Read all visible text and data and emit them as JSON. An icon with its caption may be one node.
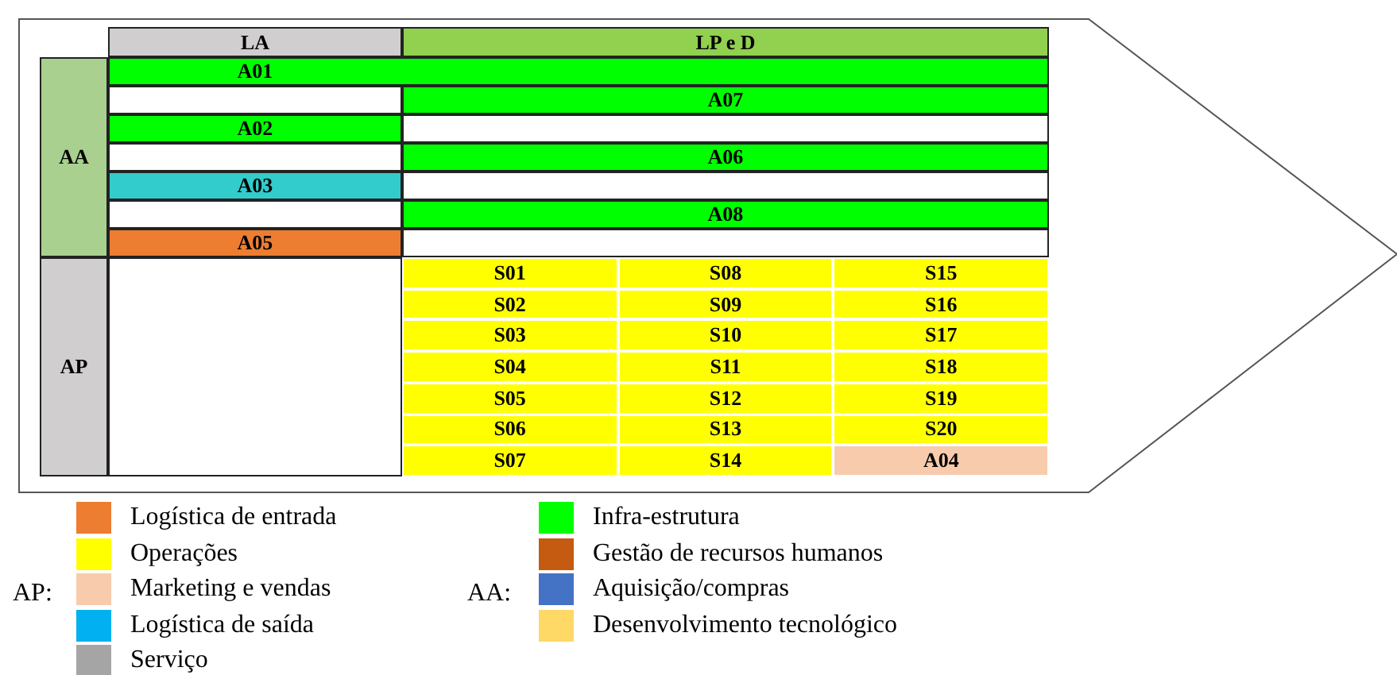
{
  "diagram": {
    "labels": [
      "LA",
      "LP e D",
      "AA",
      "A01",
      "A07",
      "A02",
      "A06",
      "A03",
      "A08",
      "A05",
      "AP",
      "S01",
      "S08",
      "S15",
      "S02",
      "S09",
      "S16",
      "S03",
      "S10",
      "S17",
      "S04",
      "S11",
      "S18",
      "S05",
      "S12",
      "S19",
      "S06",
      "S13",
      "S20",
      "S07",
      "S14",
      "A04",
      "AP:",
      "AA:"
    ],
    "legend": [
      {
        "text": "Logística de entrada",
        "color": "#ed7d31"
      },
      {
        "text": "Operações",
        "color": "#ffff00"
      },
      {
        "text": "Marketing e vendas",
        "color": "#f8cbad"
      },
      {
        "text": "Logística de saída",
        "color": "#00b0f0"
      },
      {
        "text": "Serviço",
        "color": "#a5a5a5"
      },
      {
        "text": "Infra-estrutura",
        "color": "#00ff00"
      },
      {
        "text": "Gestão de recursos humanos",
        "color": "#c55a11"
      },
      {
        "text": "Aquisição/compras",
        "color": "#4472c4"
      },
      {
        "text": "Desenvolvimento tecnológico",
        "color": "#ffd966"
      }
    ]
  }
}
